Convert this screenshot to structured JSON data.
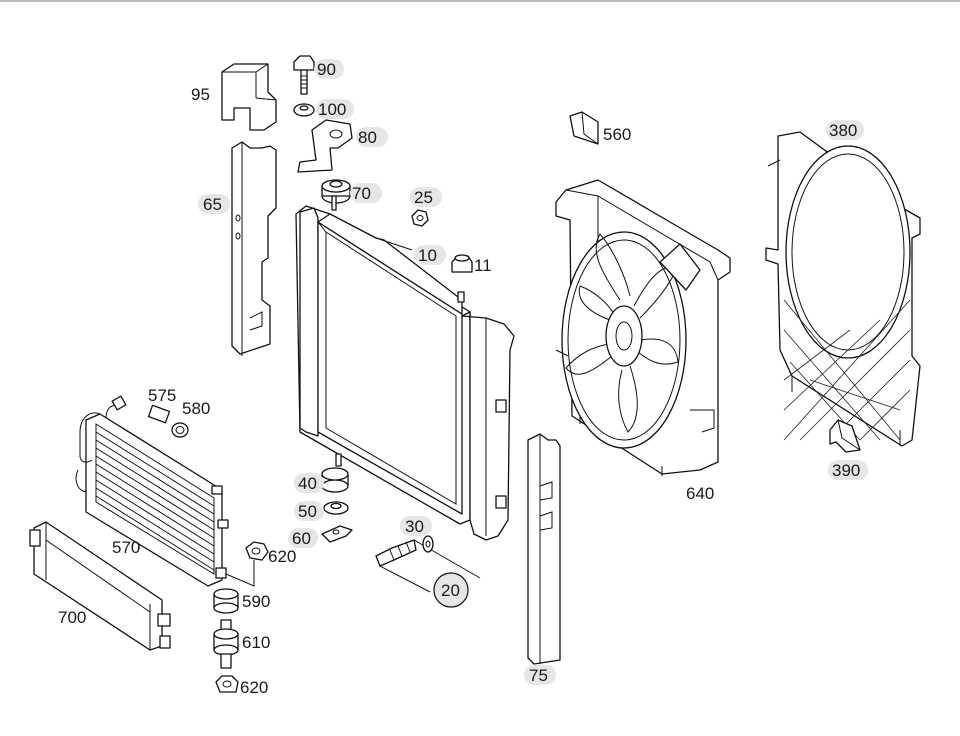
{
  "diagram": {
    "callouts": {
      "c10": "10",
      "c11": "11",
      "c20": "20",
      "c25": "25",
      "c30": "30",
      "c40": "40",
      "c50": "50",
      "c60": "60",
      "c65": "65",
      "c70": "70",
      "c75": "75",
      "c80": "80",
      "c90": "90",
      "c95": "95",
      "c100": "100",
      "c380": "380",
      "c390": "390",
      "c560": "560",
      "c570": "570",
      "c575": "575",
      "c580": "580",
      "c590": "590",
      "c610": "610",
      "c620a": "620",
      "c620b": "620",
      "c640": "640",
      "c700": "700"
    }
  }
}
